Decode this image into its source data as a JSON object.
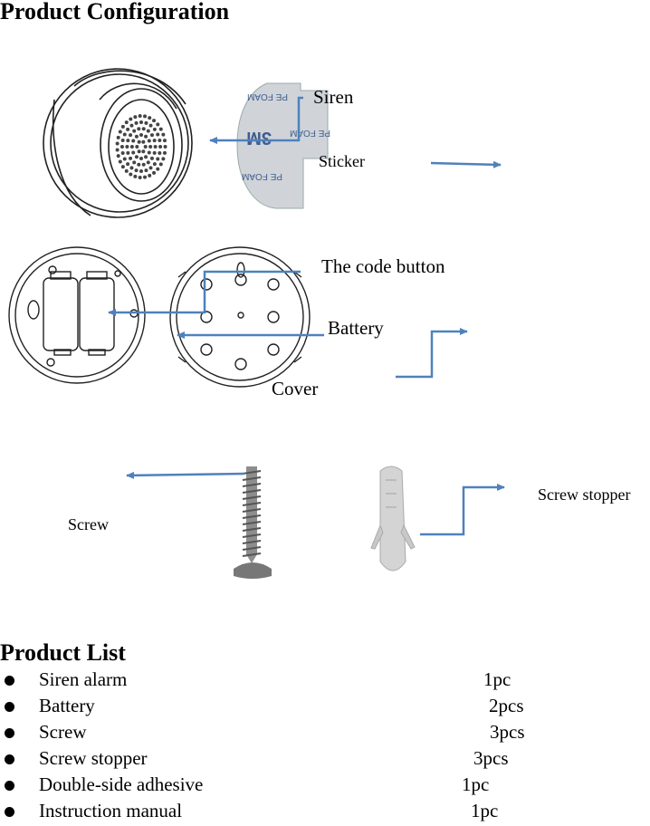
{
  "configuration": {
    "title": "Product Configuration",
    "labels": {
      "siren": "Siren",
      "sticker": "Sticker",
      "code_button": "The code button",
      "battery": "Battery",
      "cover": "Cover",
      "screw": "Screw",
      "screw_stopper": "Screw stopper"
    },
    "sticker_print": [
      "PE FOAM",
      "3M",
      "PE FOAM",
      "PE FOAM"
    ]
  },
  "product_list": {
    "title": "Product List",
    "items": [
      {
        "name": "Siren alarm",
        "qty": "1pc"
      },
      {
        "name": "Battery",
        "qty": "2pcs"
      },
      {
        "name": "Screw",
        "qty": "3pcs"
      },
      {
        "name": "Screw stopper",
        "qty": "3pcs"
      },
      {
        "name": "Double-side adhesive",
        "qty": "1pc"
      },
      {
        "name": "Instruction manual",
        "qty": "1pc"
      }
    ]
  },
  "colors": {
    "arrow": "#4f81bd",
    "line_art": "#222222",
    "screw_metal": "#9a9a9a",
    "stopper_plastic": "#d4d4d4"
  }
}
